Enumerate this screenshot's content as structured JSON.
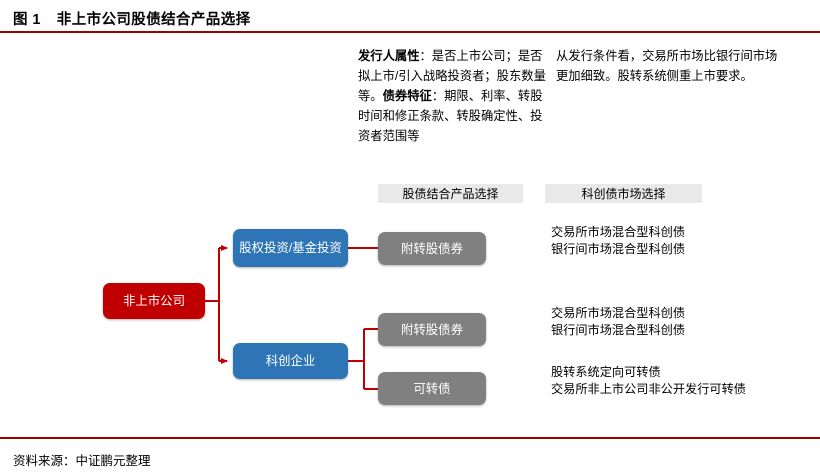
{
  "figure": {
    "label": "图 1",
    "title": "非上市公司股债结合产品选择",
    "source": "资料来源：中证鹏元整理",
    "accent_color": "#9E0000"
  },
  "notes": {
    "issuer": {
      "heading_1": "发行人属性",
      "body_1": "：是否上市公司；是否拟上市/引入战略投资者；股东数量等。",
      "heading_2": "债券特征",
      "body_2": "：期限、利率、转股时间和修正条款、转股确定性、投资者范围等"
    },
    "market": {
      "text": "从发行条件看，交易所市场比银行间市场更加细致。股转系统侧重上市要求。"
    }
  },
  "column_headers": [
    {
      "label": "股债结合产品选择"
    },
    {
      "label": "科创债市场选择"
    }
  ],
  "flow": {
    "root": {
      "label": "非上市公司",
      "color": "#C00000"
    },
    "branches": [
      {
        "label": "股权投资/基金投资",
        "color": "#2E75B6"
      },
      {
        "label": "科创企业",
        "color": "#2E75B6"
      }
    ],
    "products": [
      {
        "label": "附转股债券",
        "color": "#808080"
      },
      {
        "label": "附转股债券",
        "color": "#808080"
      },
      {
        "label": "可转债",
        "color": "#808080"
      }
    ]
  },
  "market_choices": [
    {
      "text": "交易所市场混合型科创债\n银行间市场混合型科创债"
    },
    {
      "text": "交易所市场混合型科创债\n银行间市场混合型科创债"
    },
    {
      "text": "股转系统定向可转债\n交易所非上市公司非公开发行可转债"
    }
  ]
}
